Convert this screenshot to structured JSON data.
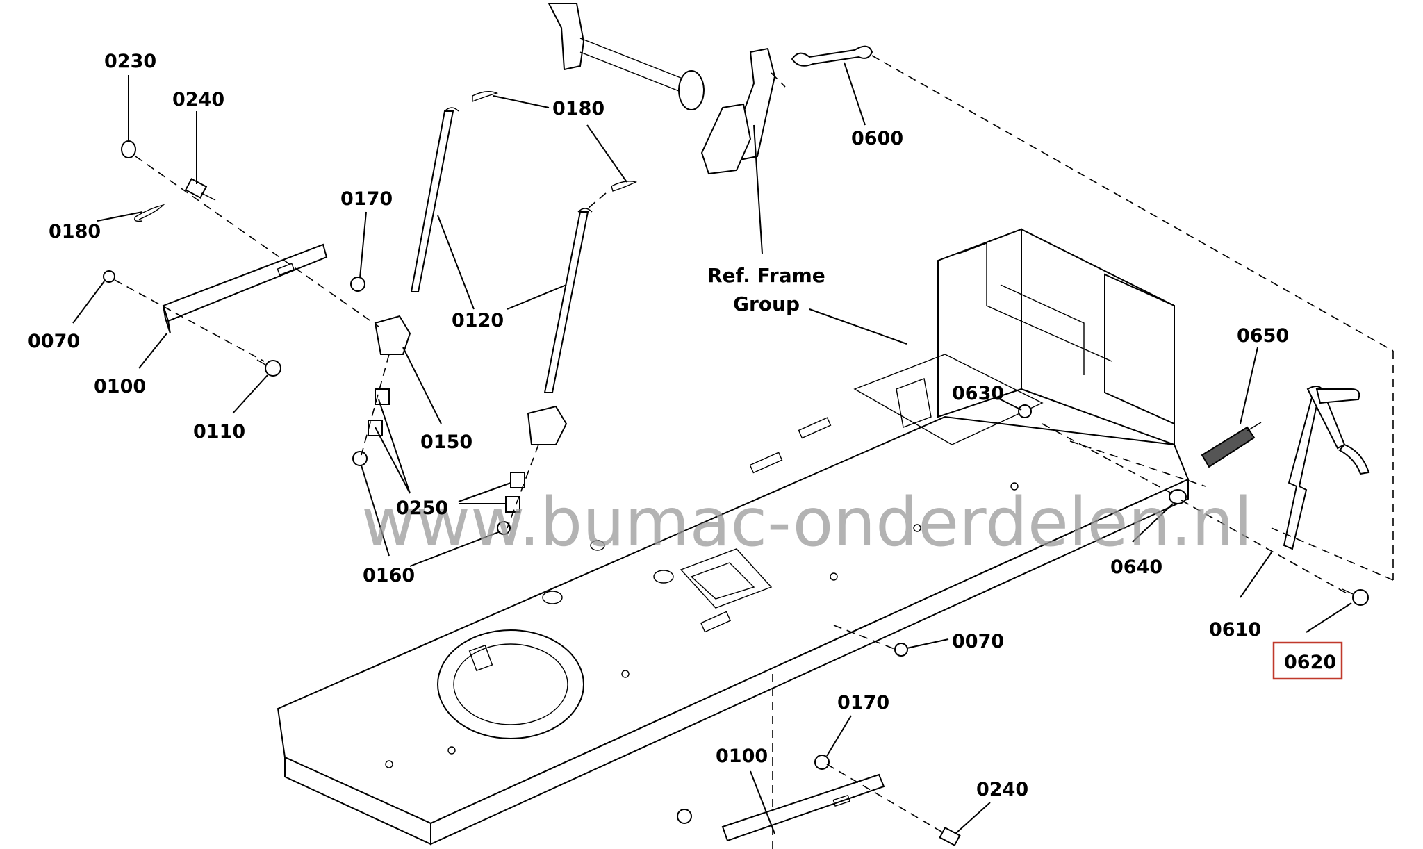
{
  "labels": {
    "l0230": "0230",
    "l0240a": "0240",
    "l0180a": "0180",
    "l0170a": "0170",
    "l0070a": "0070",
    "l0100a": "0100",
    "l0110": "0110",
    "l0150": "0150",
    "l0250": "0250",
    "l0160": "0160",
    "l0120": "0120",
    "l0180b": "0180",
    "l0600": "0600",
    "ref_line1": "Ref. Frame",
    "ref_line2": "Group",
    "l0630": "0630",
    "l0650": "0650",
    "l0640": "0640",
    "l0610": "0610",
    "l0620": "0620",
    "l0070b": "0070",
    "l0170b": "0170",
    "l0100b": "0100",
    "l0240b": "0240"
  },
  "watermark": "www.bumac-onderdelen.nl",
  "highlighted_part": "0620",
  "colors": {
    "highlight": "#c0392b",
    "watermark": "#9a9a9a",
    "line": "#000000"
  }
}
